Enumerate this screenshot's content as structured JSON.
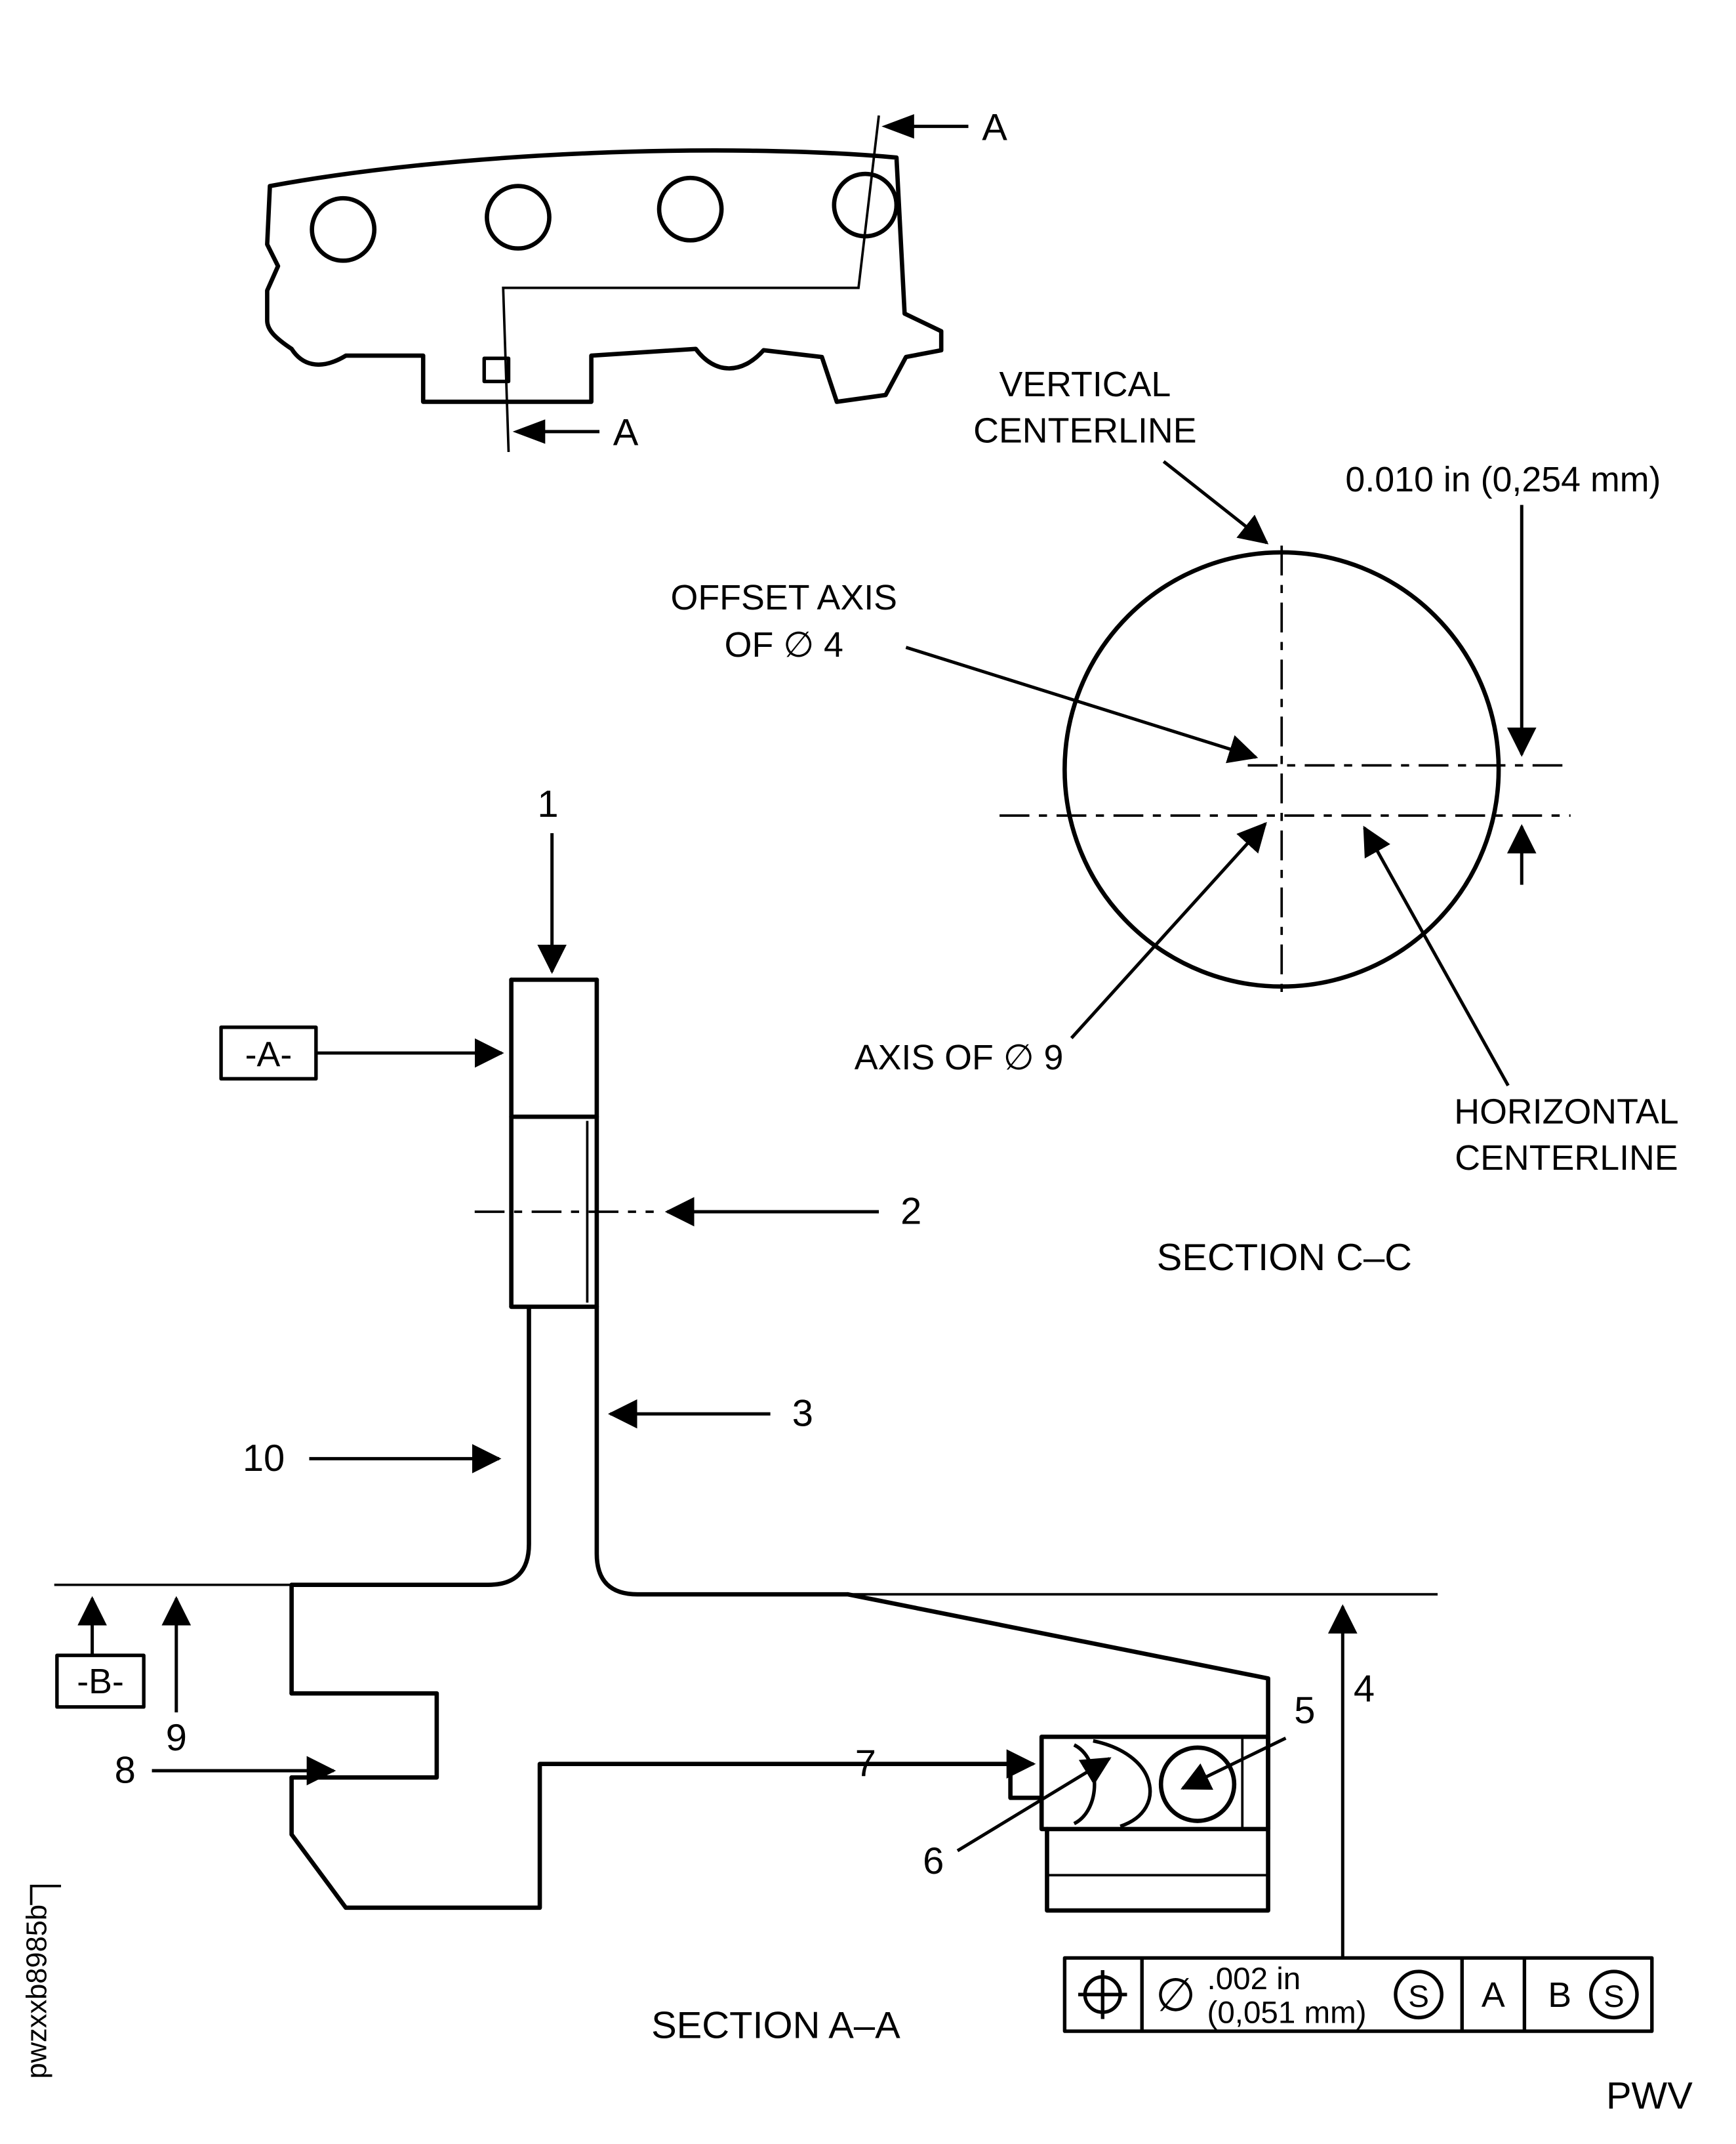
{
  "page": {
    "footer_code": "pwzxxb8985b",
    "footer_right": "PWV"
  },
  "top_view": {
    "arrow_top_label": "A",
    "arrow_bottom_label": "A"
  },
  "section_cc": {
    "title": "SECTION C–C",
    "vertical_centerline_line1": "VERTICAL",
    "vertical_centerline_line2": "CENTERLINE",
    "offset_dim": "0.010 in (0,254 mm)",
    "offset_axis_line1": "OFFSET AXIS",
    "offset_axis_line2": "OF ∅ 4",
    "axis_of_9": "AXIS OF ∅ 9",
    "horizontal_centerline_line1": "HORIZONTAL",
    "horizontal_centerline_line2": "CENTERLINE"
  },
  "section_aa": {
    "title": "SECTION A–A",
    "datum_a": "-A-",
    "datum_b": "-B-",
    "callouts": [
      "1",
      "2",
      "3",
      "4",
      "5",
      "6",
      "7",
      "8",
      "9",
      "10"
    ]
  },
  "fcf": {
    "diameter": "∅",
    "tolerance_line1": ".002 in",
    "tolerance_line2": "(0,051 mm)",
    "material_condition_1": "S",
    "datum_ref_1": "A",
    "datum_ref_2": "B",
    "material_condition_2": "S"
  }
}
